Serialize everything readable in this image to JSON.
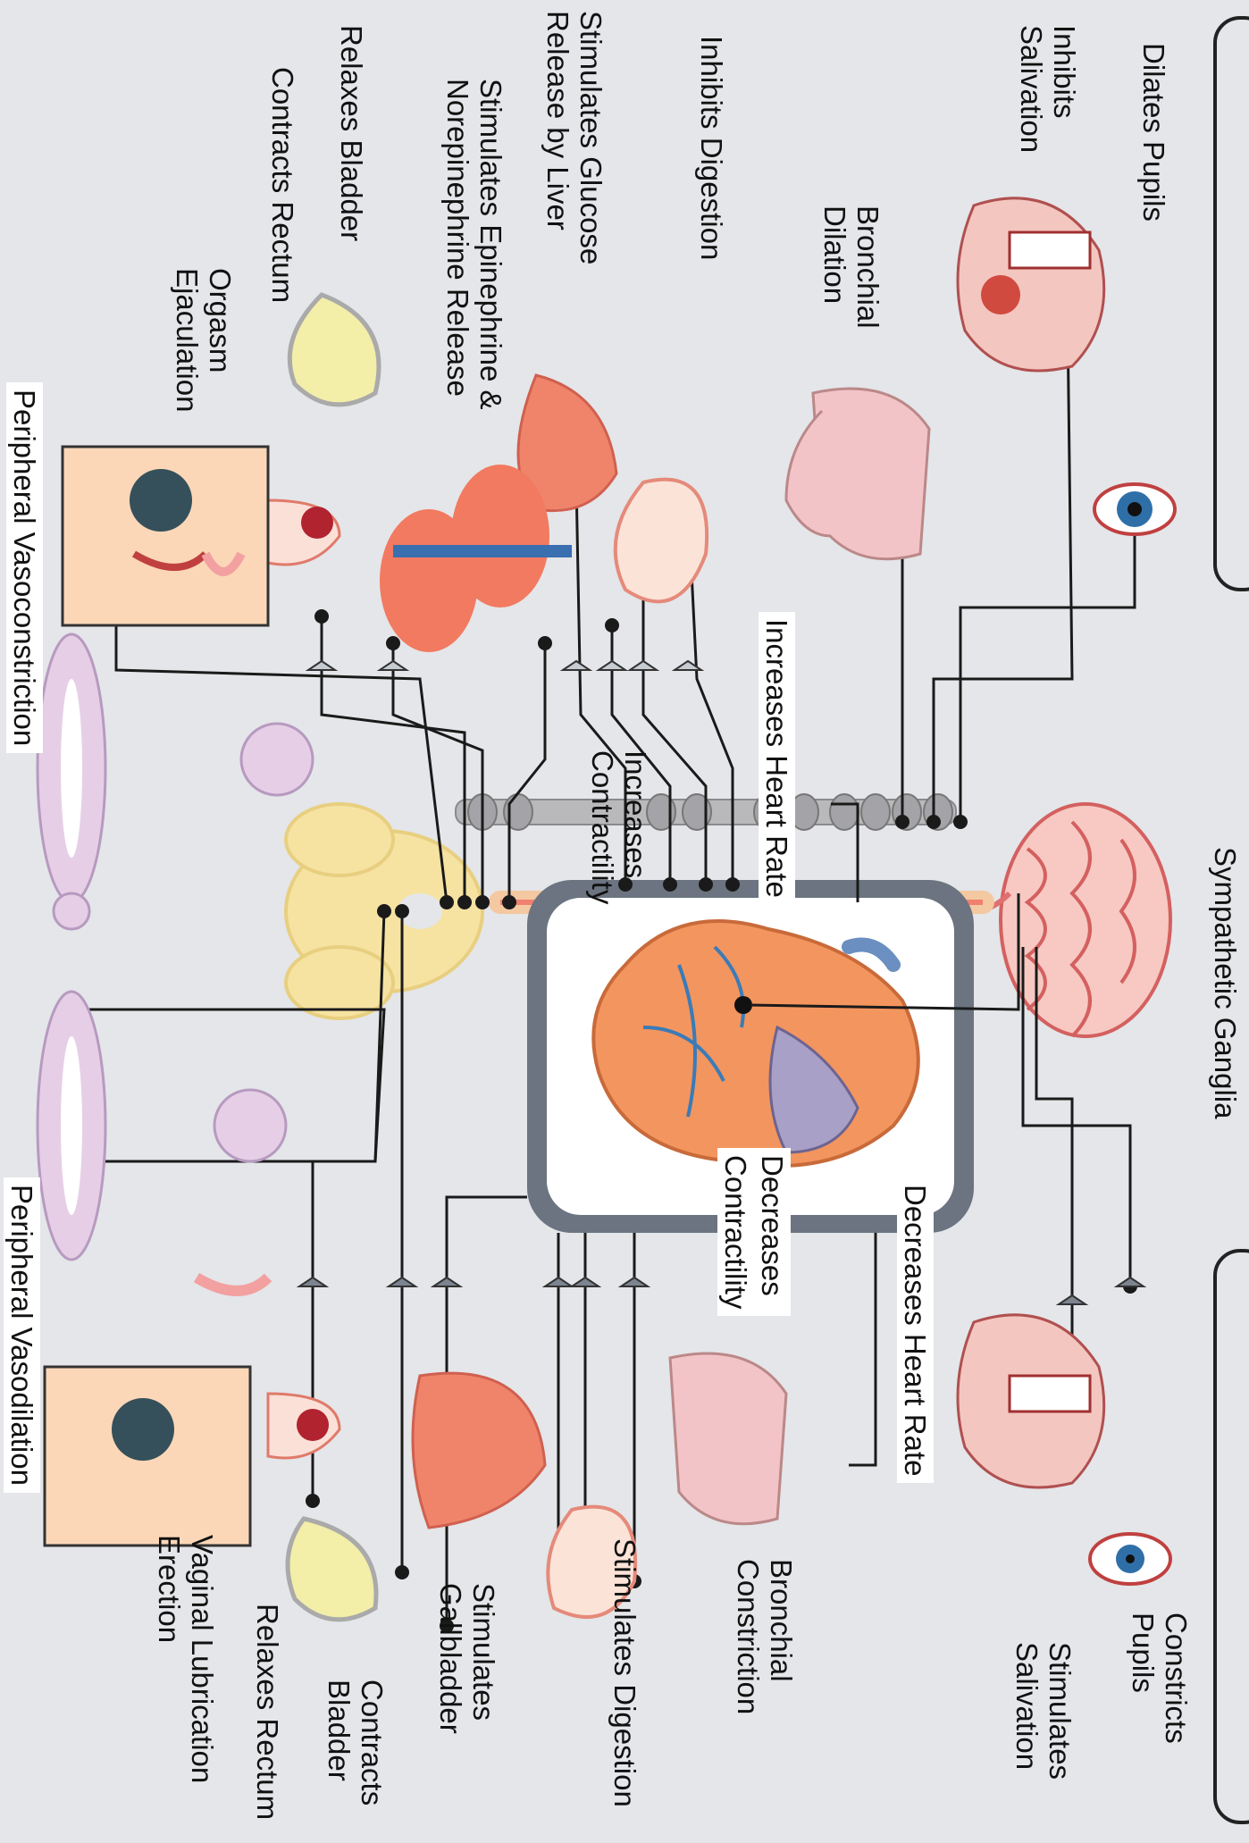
{
  "labels": {
    "dilates_pupils": [
      "Dilates Pupils"
    ],
    "inhibits_salivation": [
      "Inhibits",
      "Salivation"
    ],
    "bronchial_dilation": [
      "Bronchial",
      "Dilation"
    ],
    "inhibits_digestion": [
      "Inhibits Digestion"
    ],
    "stimulates_glucose": [
      "Stimulates Glucose",
      "Release by Liver"
    ],
    "stimulates_epinephrine": [
      "Stimulates Epinephrine &",
      "Norepinephrine Release"
    ],
    "relaxes_bladder": [
      "Relaxes Bladder"
    ],
    "contracts_rectum": [
      "Contracts Rectum"
    ],
    "orgasm_ejaculation": [
      "Orgasm",
      "Ejaculation"
    ],
    "peripheral_vasoconstriction": [
      "Peripheral Vasoconstriction"
    ],
    "sympathetic_ganglia": [
      "Sympathetic Ganglia"
    ],
    "increases_heart_rate": [
      "Increases Heart Rate"
    ],
    "increases_contractility": [
      "Increases",
      "Contractility"
    ],
    "decreases_heart_rate": [
      "Decreases Heart Rate"
    ],
    "decreases_contractility": [
      "Decreases",
      "Contractility"
    ],
    "constricts_pupils": [
      "Constricts",
      "Pupils"
    ],
    "stimulates_salivation": [
      "Stimulates",
      "Salivation"
    ],
    "bronchial_constriction": [
      "Bronchial",
      "Constriction"
    ],
    "stimulates_digestion": [
      "Stimulates Digestion"
    ],
    "stimulates_gallbladder": [
      "Stimulates",
      "Gallbladder"
    ],
    "contracts_bladder": [
      "Contracts",
      "Bladder"
    ],
    "relaxes_rectum": [
      "Relaxes Rectum"
    ],
    "vaginal_lubrication_erection": [
      "Vaginal Lubrication",
      "Erection"
    ],
    "peripheral_vasodilation": [
      "Peripheral Vasodilation"
    ]
  },
  "colors": {
    "background": "#e4e6e9",
    "nerve_line": "#1a1a1a",
    "heart_frame": "#6b7480",
    "organ_pink": "#f2b8bb",
    "organ_red": "#e86a5a",
    "heart_orange": "#f3955e",
    "spine_cream": "#f6e3a2",
    "body_lilac": "#e6cfe6"
  }
}
